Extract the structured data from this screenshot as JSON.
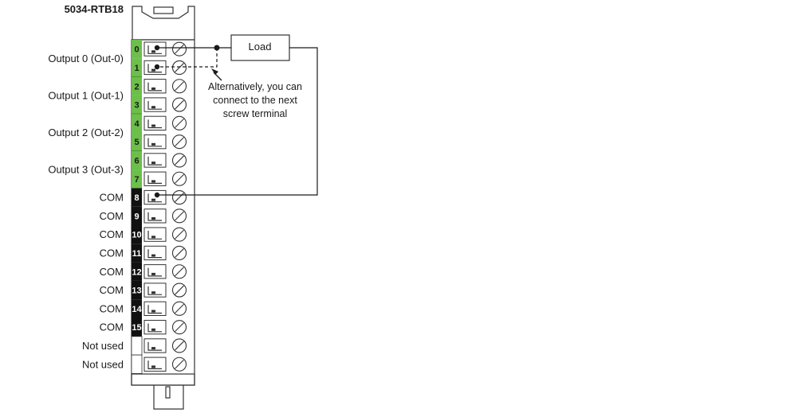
{
  "title": "5034-RTB18",
  "load_label": "Load",
  "note_lines": [
    "Alternatively, you can",
    "connect to the next",
    "screw terminal"
  ],
  "colors": {
    "output_strip": "#6cbf4a",
    "com_strip": "#111111",
    "unused_strip": "#ffffff",
    "wire": "#1a1a1a",
    "outline": "#333333"
  },
  "terminals": [
    {
      "num": "0",
      "group": "output"
    },
    {
      "num": "1",
      "group": "output"
    },
    {
      "num": "2",
      "group": "output"
    },
    {
      "num": "3",
      "group": "output"
    },
    {
      "num": "4",
      "group": "output"
    },
    {
      "num": "5",
      "group": "output"
    },
    {
      "num": "6",
      "group": "output"
    },
    {
      "num": "7",
      "group": "output"
    },
    {
      "num": "8",
      "group": "com"
    },
    {
      "num": "9",
      "group": "com"
    },
    {
      "num": "10",
      "group": "com"
    },
    {
      "num": "11",
      "group": "com"
    },
    {
      "num": "12",
      "group": "com"
    },
    {
      "num": "13",
      "group": "com"
    },
    {
      "num": "14",
      "group": "com"
    },
    {
      "num": "15",
      "group": "com"
    },
    {
      "num": "",
      "group": "unused"
    },
    {
      "num": "",
      "group": "unused"
    }
  ],
  "labels": [
    {
      "text": "Output 0 (Out-0)",
      "rows": [
        0,
        1
      ]
    },
    {
      "text": "Output 1 (Out-1)",
      "rows": [
        2,
        3
      ]
    },
    {
      "text": "Output 2 (Out-2)",
      "rows": [
        4,
        5
      ]
    },
    {
      "text": "Output 3 (Out-3)",
      "rows": [
        6,
        7
      ]
    },
    {
      "text": "COM",
      "rows": [
        8
      ]
    },
    {
      "text": "COM",
      "rows": [
        9
      ]
    },
    {
      "text": "COM",
      "rows": [
        10
      ]
    },
    {
      "text": "COM",
      "rows": [
        11
      ]
    },
    {
      "text": "COM",
      "rows": [
        12
      ]
    },
    {
      "text": "COM",
      "rows": [
        13
      ]
    },
    {
      "text": "COM",
      "rows": [
        14
      ]
    },
    {
      "text": "COM",
      "rows": [
        15
      ]
    },
    {
      "text": "Not used",
      "rows": [
        16
      ]
    },
    {
      "text": "Not used",
      "rows": [
        17
      ]
    }
  ]
}
